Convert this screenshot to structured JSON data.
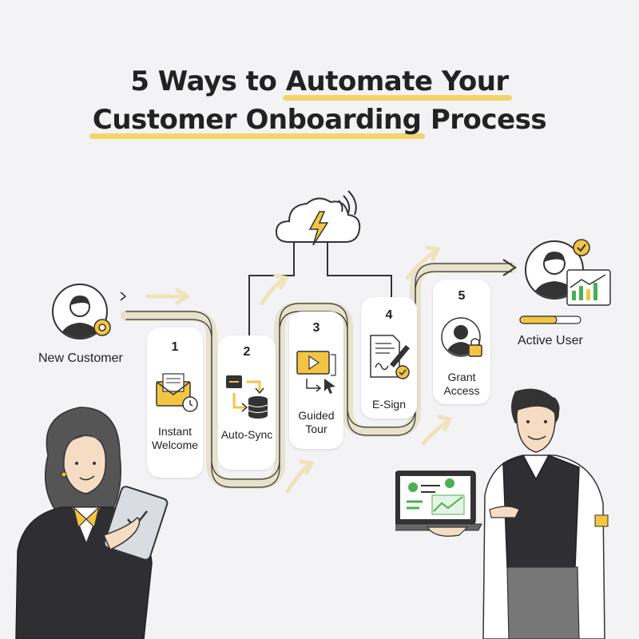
{
  "title": {
    "line1_pre": "5 Ways to ",
    "line1_hl": "Automate Your",
    "line2_hl": "Customer Onboarding",
    "line2_post": " Process"
  },
  "start_label": "New Customer",
  "end_label": "Active User",
  "steps": [
    {
      "number": "1",
      "label_line1": "Instant",
      "label_line2": "Welcome",
      "icon": "envelope-clock-icon"
    },
    {
      "number": "2",
      "label_line1": "Auto-Sync",
      "label_line2": "",
      "icon": "sync-database-icon"
    },
    {
      "number": "3",
      "label_line1": "Guided",
      "label_line2": "Tour",
      "icon": "video-cursor-icon"
    },
    {
      "number": "4",
      "label_line1": "E-Sign",
      "label_line2": "",
      "icon": "document-signature-icon"
    },
    {
      "number": "5",
      "label_line1": "Grant",
      "label_line2": "Access",
      "icon": "user-lock-icon"
    }
  ],
  "colors": {
    "accent": "#f4c542",
    "ink": "#222222",
    "track": "#e8e2cc",
    "green": "#4caf50"
  }
}
